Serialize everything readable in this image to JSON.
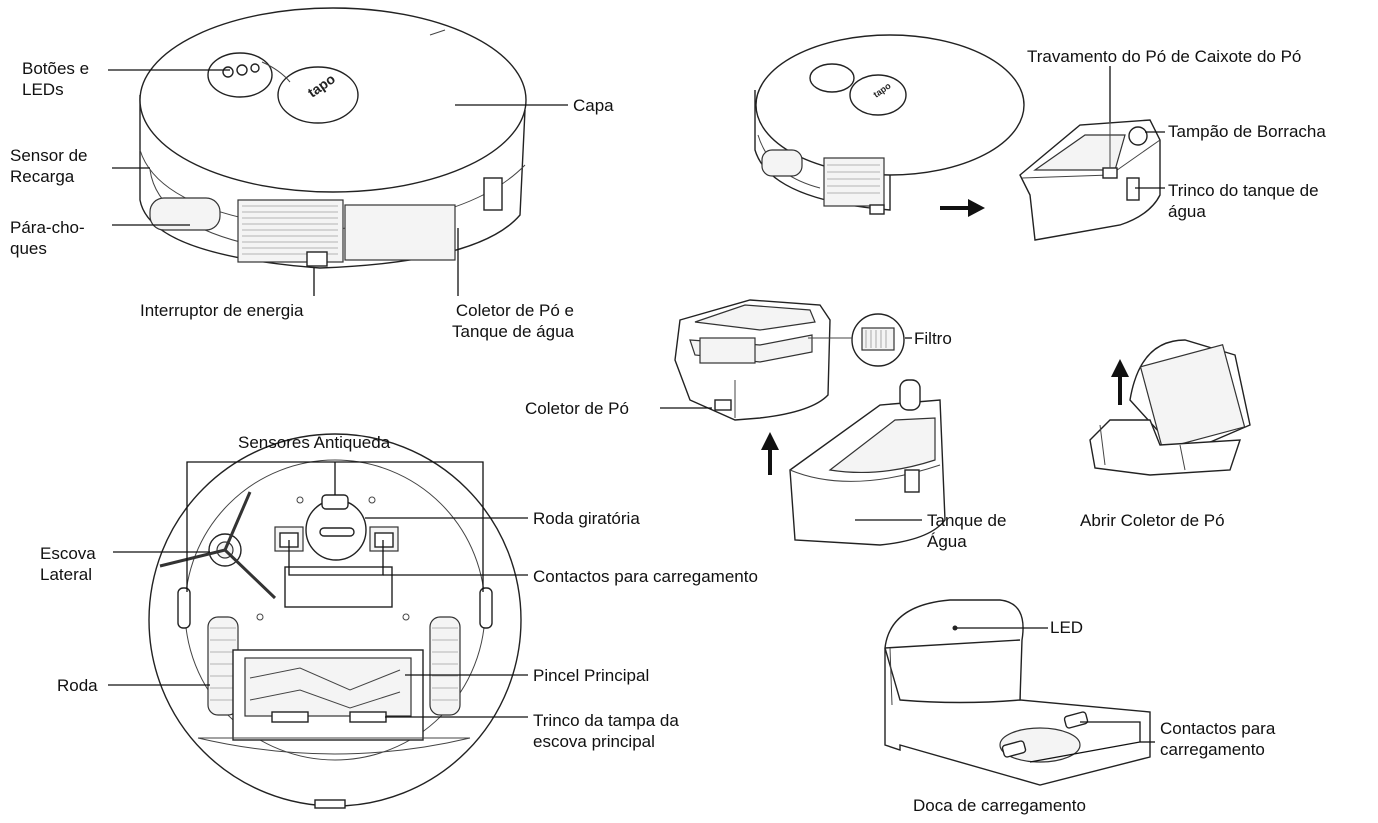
{
  "labels": {
    "buttons_leds": "Botões e\nLEDs",
    "capa": "Capa",
    "sensor_recarga": "Sensor de\nRecarga",
    "para_choques": "Pára-cho-\nques",
    "interruptor": "Interruptor de energia",
    "coletor_tanque": "Coletor de Pó e\nTanque de água",
    "travamento": "Travamento do Pó de Caixote do Pó",
    "tampao": "Tampão de Borracha",
    "trinco_tanque": "Trinco do tanque de\nágua",
    "filtro": "Filtro",
    "coletor_po": "Coletor de Pó",
    "tanque_agua": "Tanque de\nÁgua",
    "abrir_coletor": "Abrir Coletor de Pó",
    "sensores_antiqueda": "Sensores Antiqueda",
    "roda_giratoria": "Roda giratória",
    "escova_lateral": "Escova\nLateral",
    "contactos_robo": "Contactos para carregamento",
    "roda": "Roda",
    "pincel_principal": "Pincel Principal",
    "trinco_tampa": "Trinco da tampa da\nescova principal",
    "led": "LED",
    "contactos_doca": "Contactos para\ncarregamento",
    "doca": "Doca de carregamento"
  },
  "logo_text": "tapo"
}
